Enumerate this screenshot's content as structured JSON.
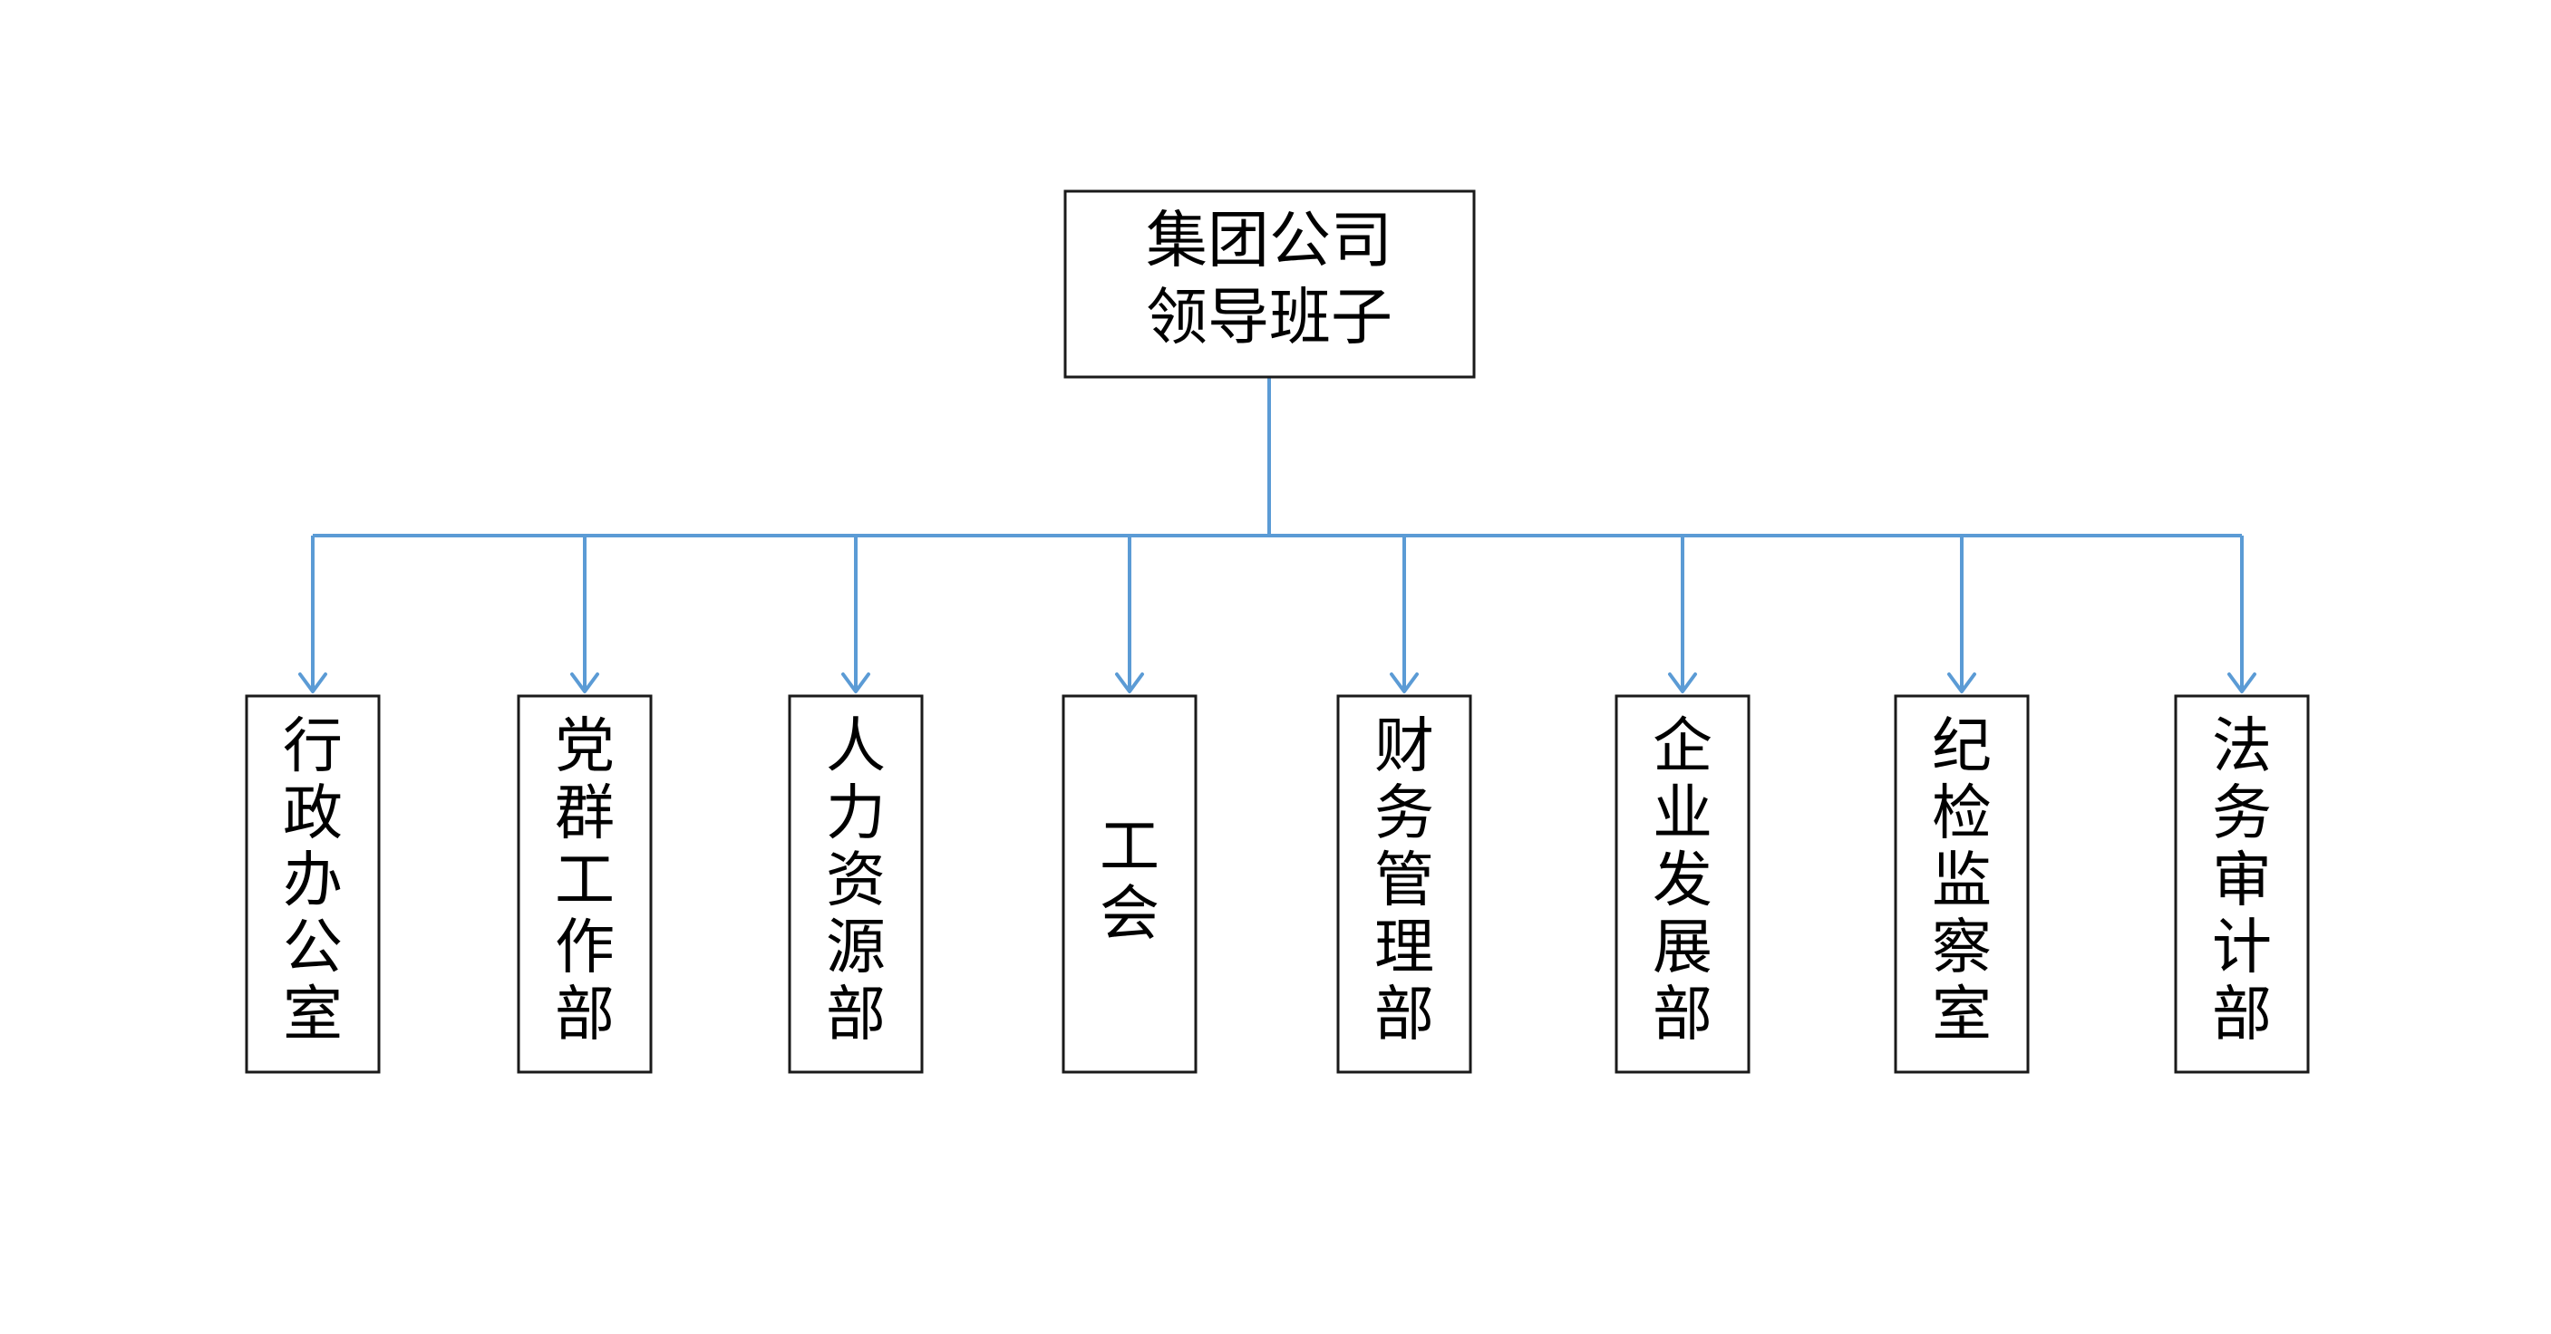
{
  "diagram": {
    "root": {
      "lines": [
        "集团公司",
        "领导班子"
      ]
    },
    "departments": [
      {
        "label": "行政办公室"
      },
      {
        "label": "党群工作部"
      },
      {
        "label": "人力资源部"
      },
      {
        "label": "工会"
      },
      {
        "label": "财务管理部"
      },
      {
        "label": "企业发展部"
      },
      {
        "label": "纪检监察室"
      },
      {
        "label": "法务审计部"
      }
    ],
    "colors": {
      "connector": "#5b9bd5",
      "box_border": "#1a1a1a",
      "text": "#000000",
      "background": "#ffffff"
    }
  }
}
